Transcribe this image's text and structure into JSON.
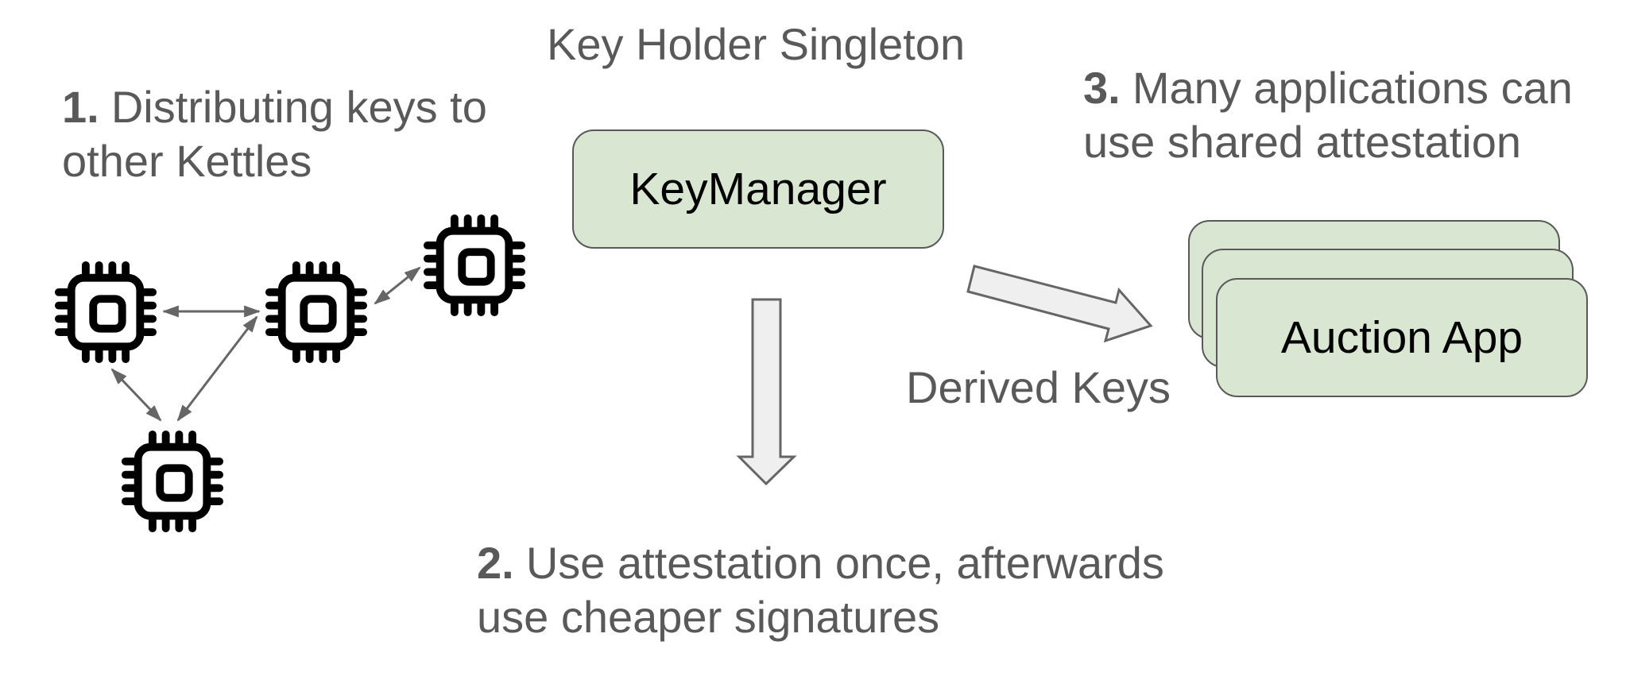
{
  "colors": {
    "green_fill": "#d9e7d2",
    "shape_border": "#595959",
    "label_gray": "#595959",
    "connector_gray": "#666666",
    "block_arrow_fill": "#efefef",
    "chip_black": "#000000"
  },
  "title": "Key Holder Singleton",
  "boxes": {
    "key_manager": "KeyManager",
    "auction_app": "Auction App"
  },
  "labels": {
    "derived_keys": "Derived Keys"
  },
  "notes": {
    "distribute": {
      "number": "1.",
      "line1": "Distributing keys to",
      "line2": "other Kettles"
    },
    "attest_once": {
      "number": "2.",
      "line1": "Use attestation once, afterwards",
      "line2": "use cheaper signatures"
    },
    "shared": {
      "number": "3.",
      "line1": "Many applications can",
      "line2": "use shared attestation"
    }
  },
  "icons": {
    "chip": "microchip-icon",
    "down_arrow": "down-block-arrow",
    "derived_arrow": "diagonal-block-arrow"
  }
}
